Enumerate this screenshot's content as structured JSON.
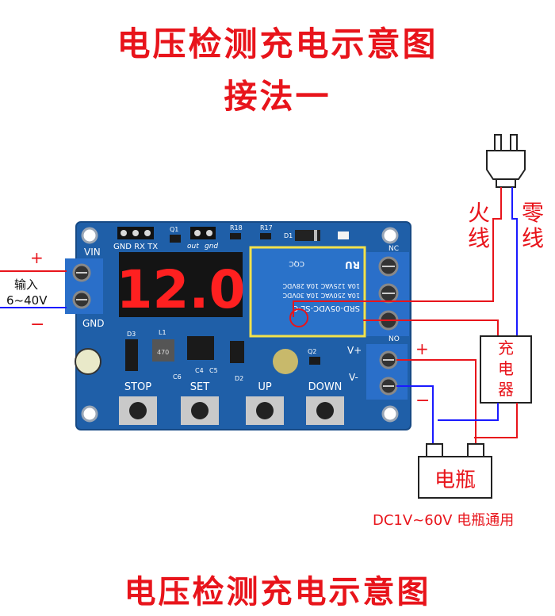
{
  "title_line1": "电压检测充电示意图",
  "title_line2": "接法一",
  "title_bottom": "电压检测充电示意图",
  "input": {
    "plus": "+",
    "label": "输入",
    "range": "6~40V",
    "minus": "−"
  },
  "board": {
    "display": "12.0",
    "vin": "VIN",
    "gnd": "GND",
    "vplus": "V+",
    "vminus": "V-",
    "no": "NO",
    "nc": "NC",
    "header_labels": "GND RX TX",
    "out": "out",
    "gnd_small": "gnd",
    "q1": "Q1",
    "r18": "R18",
    "r17": "R17",
    "d1": "D1",
    "d3": "D3",
    "l1": "L1",
    "d2": "D2",
    "q2": "Q2",
    "c6": "C6",
    "c4": "C4",
    "c5": "C5",
    "l1_mark": "470",
    "buttons": [
      "STOP",
      "SET",
      "UP",
      "DOWN"
    ]
  },
  "relay": {
    "line1": "SRD-05VDC-SL-C",
    "line2": "10A 250VAC  10A 30VDC",
    "line3": "10A 125VAC  10A 28VDC",
    "cqc": "CQC",
    "ul": "RU"
  },
  "plug": {
    "live": [
      "火",
      "线"
    ],
    "neutral": [
      "零",
      "线"
    ]
  },
  "charger": {
    "plus": "+",
    "minus": "−",
    "label": [
      "充",
      "电",
      "器"
    ]
  },
  "battery": {
    "label": "电瓶",
    "note": "DC1V~60V 电瓶通用"
  },
  "colors": {
    "red": "#e8141b",
    "blue": "#1a1aff",
    "pcb": "#1f5fa8",
    "terminal": "#2a6fc9"
  }
}
